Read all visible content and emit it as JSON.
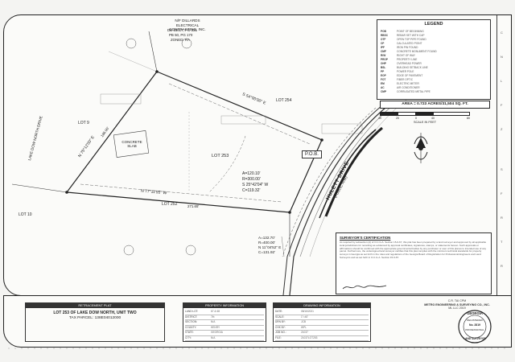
{
  "legend": {
    "title": "LEGEND",
    "rows": [
      [
        "POB",
        "POINT OF BEGINNING"
      ],
      [
        "RBSC",
        "REBAR SET WITH CAP"
      ],
      [
        "OTF",
        "OPEN TOP PIPE FOUND"
      ],
      [
        "CP",
        "CALCULATED POINT"
      ],
      [
        "IPF",
        "IRON PIN FOUND"
      ],
      [
        "CMF",
        "CONCRETE MONUMENT FOUND"
      ],
      [
        "R/W",
        "RIGHT OF WAY"
      ],
      [
        "PROP",
        "PROPERTY LINE"
      ],
      [
        "OHP",
        "OVERHEAD POWER"
      ],
      [
        "BSL",
        "BUILDING SETBACK LINE"
      ],
      [
        "PP",
        "POWER POLE"
      ],
      [
        "EOP",
        "EDGE OF PAVEMENT"
      ],
      [
        "FOT",
        "FIBER OPTIC"
      ],
      [
        "EM",
        "ELECTRIC METER"
      ],
      [
        "AC",
        "AIR CONDITIONER"
      ],
      [
        "CMP",
        "CORRUGATED METAL PIPE"
      ]
    ]
  },
  "area_text": "AREA = 0.723 ACRES/31,504 SQ. FT.",
  "scale": {
    "ticks": [
      "40",
      "20",
      "0",
      "40",
      "80"
    ],
    "label": "SCALE IN FEET"
  },
  "plan": {
    "owner_name": "N/F DILLARDS ELECTRICAL CONTRACTING, INC.",
    "owner_db": "DB 15017, PG 331",
    "owner_pb": "PB 50, PG 170",
    "owner_zone": "ZONED: RA",
    "lake": "LAKE DOW NORTH DRIVE",
    "bearing_north": "S 54°00'00\" E",
    "bearing_west": "N 75°12'00\" E",
    "bearing_south": "N 77°11'55\" W",
    "lot_top": "LOT 254",
    "lot_main": "LOT 253",
    "lot_left": "LOT 9",
    "lot_bottom": "LOT 252",
    "lot_left_bottom": "LOT 10",
    "concrete": "CONCRETE SLAB",
    "pob": "P.O.B.",
    "drive": "HULETT DRIVE",
    "drive_sub": "(PUBLIC R/W)",
    "curve1": [
      "A=120.10'",
      "R=300.00'",
      "S 25°42'04\" W",
      "C=119.32'"
    ],
    "curve2": [
      "A=132.70'",
      "R=400.00'",
      "N 11°04'52\" E",
      "C=131.92'"
    ],
    "dist_bottom": "271.65'",
    "dist_left": "186.00'"
  },
  "certification": {
    "title": "SURVEYOR'S CERTIFICATION",
    "text": "As required by subsection (d) of O.C.G.A. Section 15-6-67, this plat has been prepared by a land surveyor and approved by all applicable local jurisdictions for recording as evidenced by approval certificates, signatures, stamps, or statements hereon. Such approvals or affirmations should be confirmed with the appropriate governmental bodies by any purchaser or user of this plat as to intended use of any parcel. Furthermore, the undersigned land surveyor certifies that this plat complies with the minimum technical standards for property surveys in Georgia as set forth in the rules and regulations of the Georgia Board of Registration for Professional Engineers and Land Surveyors and as set forth in O.C.G.A. Section 15-6-67."
  },
  "right_col": [
    "C",
    "N",
    "L",
    "F",
    "Z",
    "S",
    "F",
    "R",
    "T",
    "R"
  ],
  "title_block": {
    "header": "RETRACEMENT PLAT",
    "line1": "LOT 253 OF LAKE DOW NORTH, UNIT TWO",
    "line2": "TAX PARCEL: 138E04012000",
    "line3": ""
  },
  "property_info": {
    "header": "PROPERTY INFORMATION",
    "rows": [
      [
        "LAND LOT:",
        "67 & 68"
      ],
      [
        "DISTRICT:",
        "7th"
      ],
      [
        "SECTION:",
        "N/A"
      ],
      [
        "COUNTY:",
        "HENRY"
      ],
      [
        "STATE:",
        "GEORGIA"
      ],
      [
        "CITY:",
        "N/A"
      ]
    ]
  },
  "drawing_info": {
    "header": "DRAWING INFORMATION",
    "rows": [
      [
        "DATE:",
        "08/16/2021"
      ],
      [
        "SCALE:",
        "1\"=40'"
      ],
      [
        "DRN BY:",
        "JCB"
      ],
      [
        "CHK BY:",
        "WPL"
      ],
      [
        "JOB NO.:",
        "21037"
      ],
      [
        "FILE:",
        "21037LOT253"
      ]
    ]
  },
  "firm": {
    "line1": "C.R. TAI CPM",
    "line2": "METRO ENGINEERING & SURVEYING CO., INC.",
    "line3": "ML LLC 2019"
  },
  "seal": {
    "top": "GEORGIA",
    "mid1": "REGISTERED",
    "mid2": "No. 2819",
    "mid3": "PROFESSIONAL",
    "bottom": "LAND SURVEYOR"
  },
  "colors": {
    "ink": "#222222",
    "paper": "#fbfbf9"
  }
}
